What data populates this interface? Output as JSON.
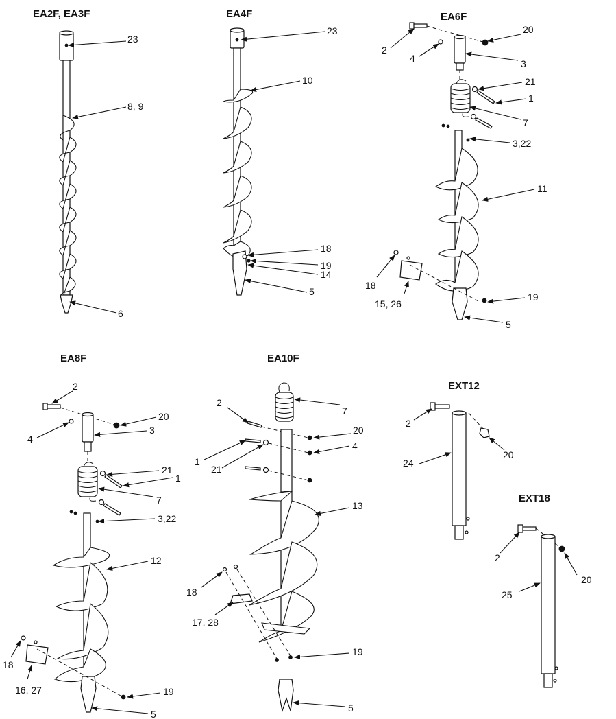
{
  "colors": {
    "ink": "#111111",
    "paper": "#ffffff"
  },
  "assemblies": {
    "ea2f": {
      "title": "EA2F, EA3F",
      "callouts": [
        "23",
        "8, 9",
        "6"
      ]
    },
    "ea4f": {
      "title": "EA4F",
      "callouts": [
        "23",
        "10",
        "18",
        "19",
        "14",
        "5"
      ]
    },
    "ea6f": {
      "title": "EA6F",
      "callouts": [
        "2",
        "20",
        "4",
        "3",
        "21",
        "1",
        "7",
        "3,22",
        "11",
        "18",
        "15, 26",
        "19",
        "5"
      ]
    },
    "ea8f": {
      "title": "EA8F",
      "callouts": [
        "2",
        "20",
        "4",
        "3",
        "21",
        "1",
        "7",
        "3,22",
        "12",
        "18",
        "16, 27",
        "19",
        "5"
      ]
    },
    "ea10f": {
      "title": "EA10F",
      "callouts": [
        "7",
        "2",
        "20",
        "1",
        "4",
        "21",
        "13",
        "18",
        "17, 28",
        "19",
        "5"
      ]
    },
    "ext12": {
      "title": "EXT12",
      "callouts": [
        "2",
        "20",
        "24"
      ]
    },
    "ext18": {
      "title": "EXT18",
      "callouts": [
        "2",
        "20",
        "25"
      ]
    }
  }
}
